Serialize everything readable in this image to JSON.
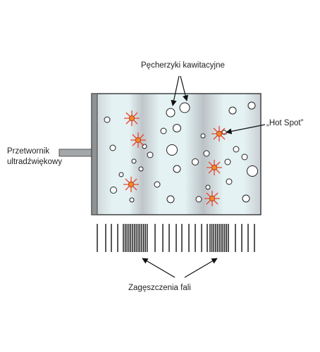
{
  "labels": {
    "bubbles": "Pęcherzyki kawitacyjne",
    "hot_spot": "„Hot Spot”",
    "transducer_line1": "Przetwornik",
    "transducer_line2": "ultradźwiękowy",
    "compression": "Zagęszczenia fali"
  },
  "colors": {
    "tank_gray": "#c7ccd0",
    "tank_light": "#e3f1f2",
    "plate": "#8f9295",
    "hot_spot_red": "#e8452f",
    "hot_spot_core": "#f08a25",
    "ink": "#111111"
  }
}
